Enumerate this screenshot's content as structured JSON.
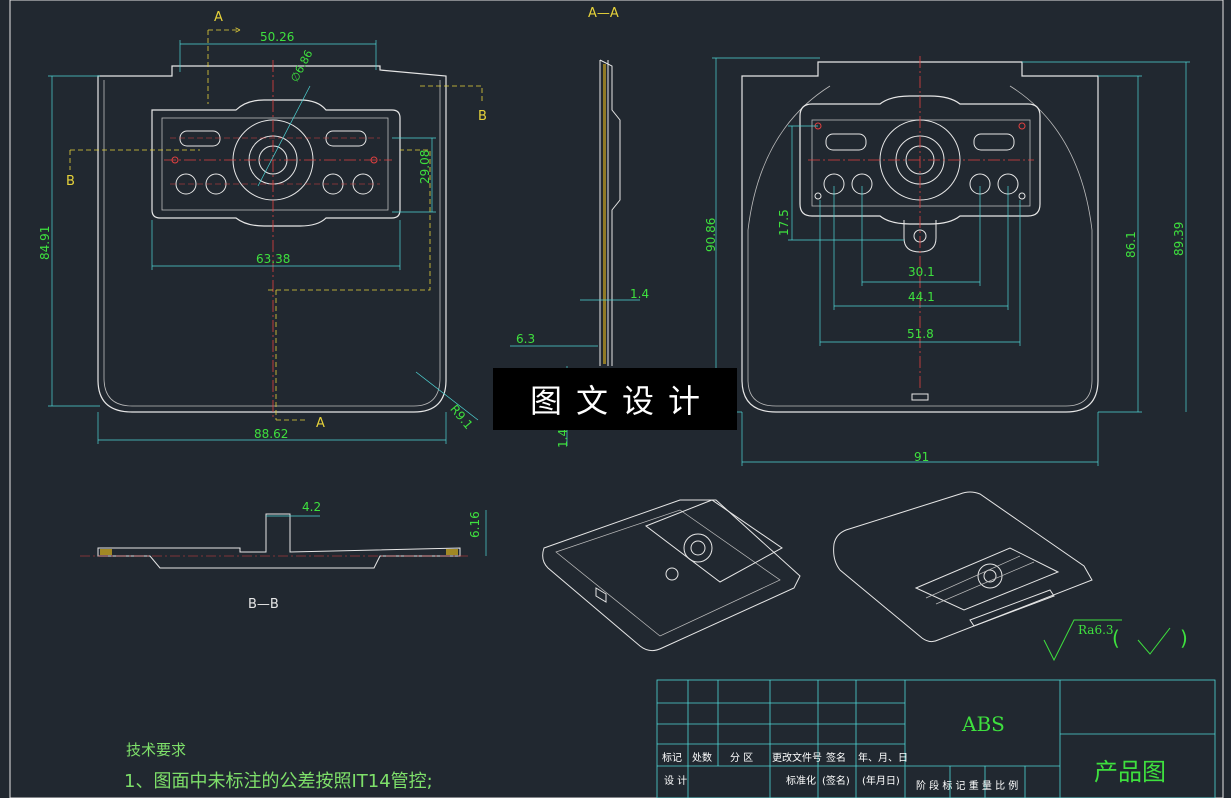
{
  "views": {
    "section_aa": "A—A",
    "section_bb": "B—B",
    "cut_a": "A",
    "cut_b": "B"
  },
  "dimensions": {
    "front_top_width": "50.26",
    "front_diameter": "∅6.86",
    "front_height_inner": "29.08",
    "front_plate_width": "63.38",
    "front_height": "84.91",
    "front_width": "88.62",
    "front_radius": "R9.1",
    "section_thickness": "1.4",
    "section_offset": "6.3",
    "section_thickness_b": "1.4",
    "rear_height_a": "90.86",
    "rear_height_b": "86.1",
    "rear_height_c": "89.39",
    "rear_offset": "17.5",
    "rear_w1": "30.1",
    "rear_w2": "44.1",
    "rear_w3": "51.8",
    "rear_width": "91",
    "bb_width": "4.2",
    "bb_height": "6.16"
  },
  "watermark": "图文设计",
  "roughness": "Ra6.3",
  "roughness_paren_open": "(",
  "roughness_paren_close": ")",
  "title_block": {
    "material": "ABS",
    "drawing_name": "产品图",
    "row_labels": [
      "标记",
      "处数",
      "分 区",
      "更改文件号",
      "签名",
      "年、月、日"
    ],
    "design": "设 计",
    "standardize": "标准化",
    "sign": "(签名)",
    "date": "(年月日)",
    "stage_labels": "阶 段 标 记    重 量  比 例"
  },
  "tech_requirements": {
    "title": "技术要求",
    "item1": "1、图面中未标注的公差按照IT14管控;"
  },
  "colors": {
    "background": "#212830",
    "outline": "#e6e6e6",
    "dimension": "#3ee03e",
    "center_line": "#e04040",
    "hidden_line": "#e6d23a",
    "cyan": "#4fd6d6"
  }
}
